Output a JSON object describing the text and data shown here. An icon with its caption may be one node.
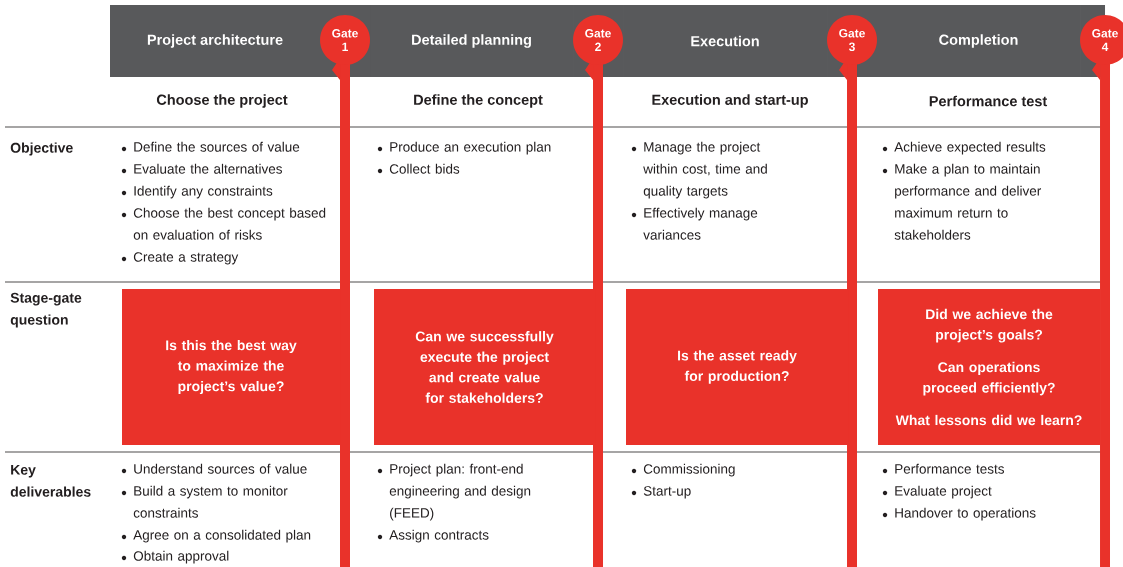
{
  "diagram": {
    "nodes": [
      {
        "text": [
          "Project architecture"
        ]
      },
      {
        "text": [
          "Gate 1"
        ]
      },
      {
        "text": [
          "Detailed planning"
        ]
      },
      {
        "text": [
          "Gate 2"
        ]
      },
      {
        "text": [
          "Execution"
        ]
      },
      {
        "text": [
          "Gate 3"
        ]
      },
      {
        "text": [
          "Completion"
        ]
      },
      {
        "text": [
          "Gate 4"
        ]
      },
      {
        "text": [
          "Is this the best way to maximize the project’s value?"
        ]
      },
      {
        "text": [
          "Can we successfully execute the project and create value for stakeholders?"
        ]
      },
      {
        "text": [
          "Is the asset ready for production?"
        ]
      },
      {
        "text": [
          "Did we achieve the project’s goals?",
          "Can operations proceed efficiently?",
          "What lessons did we learn?"
        ]
      }
    ],
    "labels": [
      "Choose the project",
      "Define the concept",
      "Execution and start-up",
      "Performance test",
      "Objective",
      "Define the sources of value",
      "Evaluate the alternatives",
      "Identify any constraints",
      "Choose the best concept based on evaluation of risks",
      "Create a strategy",
      "Produce an execution plan",
      "Collect bids",
      "Manage the project within cost, time and quality targets",
      "Effectively manage variances",
      "Achieve expected results",
      "Make a plan to maintain performance and deliver maximum return to stakeholders",
      "Stage-gate question",
      "Key deliverables",
      "Understand sources of value",
      "Build a system to monitor constraints",
      "Agree on a consolidated plan",
      "Obtain approval",
      "Project plan: front-end engineering and design (FEED)",
      "Assign contracts",
      "Commissioning",
      "Start-up",
      "Performance tests",
      "Evaluate project",
      "Handover to operations"
    ]
  }
}
